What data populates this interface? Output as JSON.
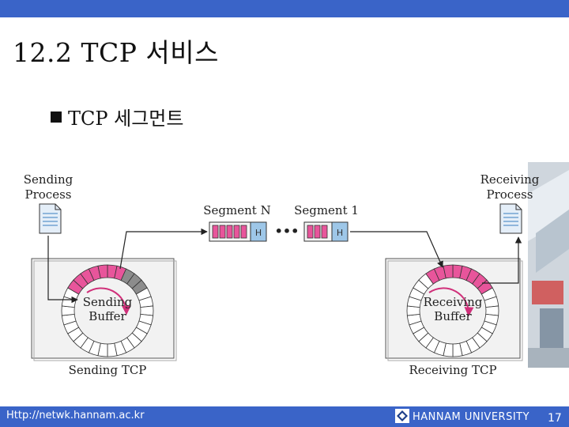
{
  "slide": {
    "title": "12.2 TCP 서비스",
    "bullet": "TCP 세그먼트"
  },
  "diagram": {
    "sending_process_line1": "Sending",
    "sending_process_line2": "Process",
    "receiving_process_line1": "Receiving",
    "receiving_process_line2": "Process",
    "segment_n": "Segment N",
    "segment_1": "Segment 1",
    "ellipsis": "•••",
    "sending_buffer_line1": "Sending",
    "sending_buffer_line2": "Buffer",
    "receiving_buffer_line1": "Receiving",
    "receiving_buffer_line2": "Buffer",
    "sending_tcp": "Sending TCP",
    "receiving_tcp": "Receiving TCP",
    "header_mark": "H"
  },
  "footer": {
    "url": "Http://netwk.hannam.ac.kr",
    "university": "HANNAM  UNIVERSITY",
    "page": "17"
  },
  "colors": {
    "bar": "#3a64c8",
    "pink": "#e8559b",
    "gray": "#8c8c8c",
    "header_blue": "#9ec7e8"
  }
}
